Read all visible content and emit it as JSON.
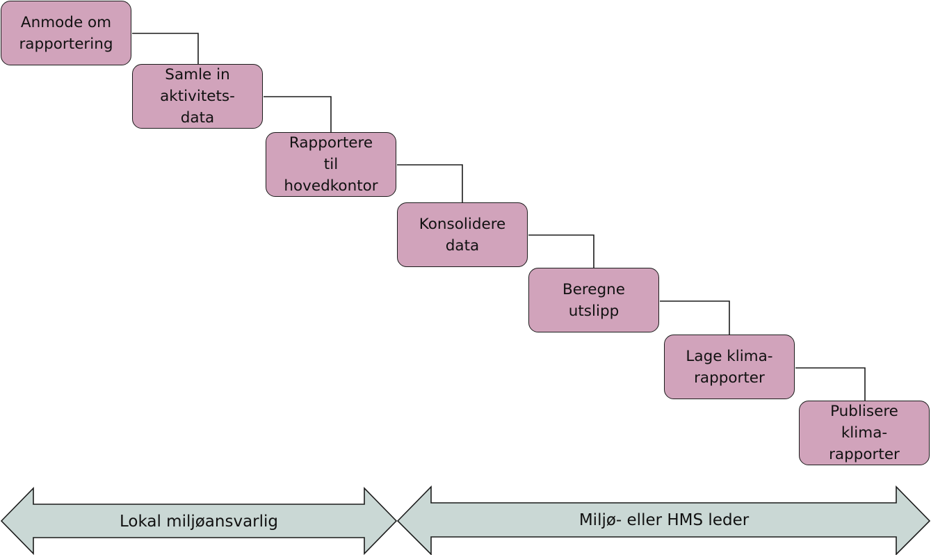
{
  "steps": [
    "Anmode om\nrapportering",
    "Samle in\naktivitets-\ndata",
    "Rapportere\ntil\nhovedkontor",
    "Konsolidere\ndata",
    "Beregne\nutslipp",
    "Lage klima-\nrapporter",
    "Publisere\nklima-\nrapporter"
  ],
  "roles": {
    "left": "Lokal miljøansvarlig",
    "right": "Miljø- eller HMS leder"
  },
  "colors": {
    "step_fill": "#d1a3bb",
    "arrow_fill": "#cad8d5",
    "stroke": "#1a1a1a"
  }
}
